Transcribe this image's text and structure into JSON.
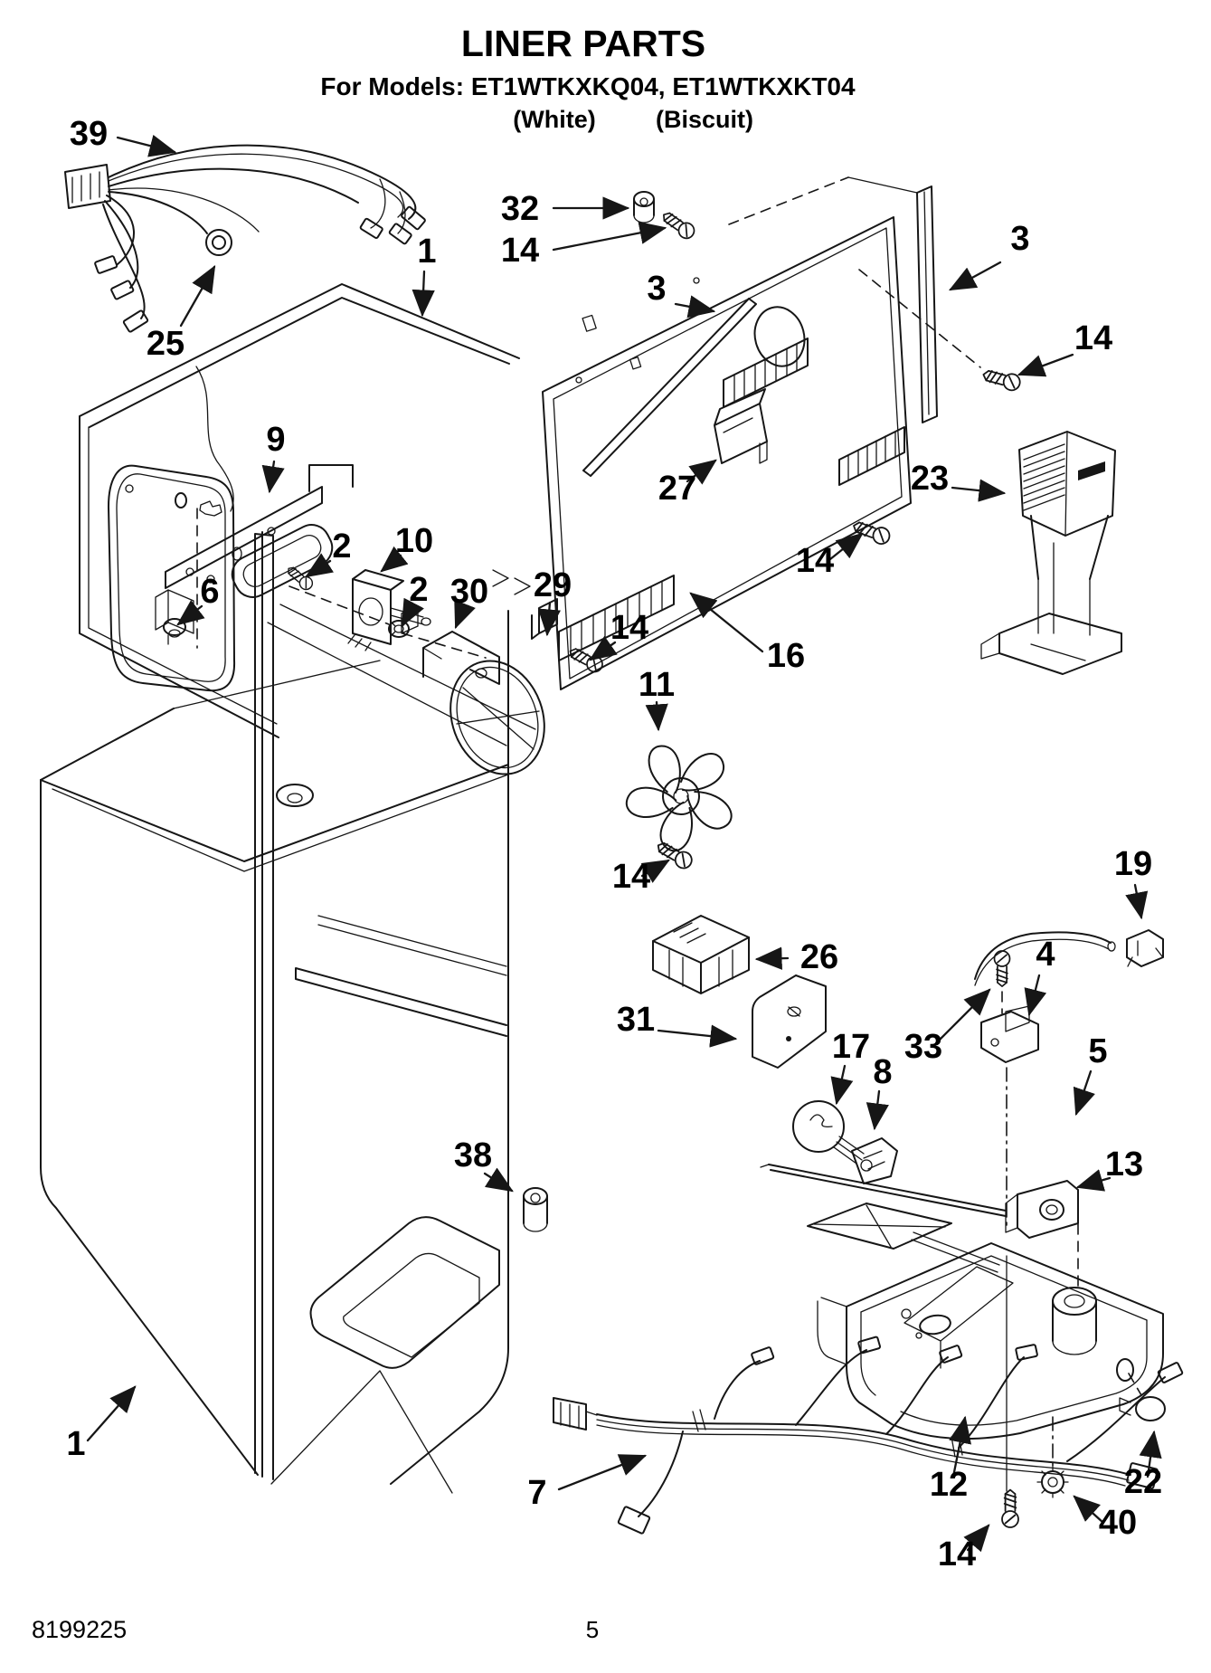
{
  "header": {
    "title": "LINER PARTS",
    "models_line": "For Models: ET1WTKXKQ04, ET1WTKXKT04",
    "color_left": "(White)",
    "color_right": "(Biscuit)"
  },
  "footer": {
    "doc_number": "8199225",
    "page_number": "5"
  },
  "callouts": [
    {
      "label": "39"
    },
    {
      "label": "25"
    },
    {
      "label": "1"
    },
    {
      "label": "32"
    },
    {
      "label": "14"
    },
    {
      "label": "3"
    },
    {
      "label": "3"
    },
    {
      "label": "14"
    },
    {
      "label": "23"
    },
    {
      "label": "27"
    },
    {
      "label": "14"
    },
    {
      "label": "16"
    },
    {
      "label": "9"
    },
    {
      "label": "6"
    },
    {
      "label": "2"
    },
    {
      "label": "10"
    },
    {
      "label": "2"
    },
    {
      "label": "30"
    },
    {
      "label": "29"
    },
    {
      "label": "14"
    },
    {
      "label": "11"
    },
    {
      "label": "14"
    },
    {
      "label": "26"
    },
    {
      "label": "31"
    },
    {
      "label": "17"
    },
    {
      "label": "8"
    },
    {
      "label": "33"
    },
    {
      "label": "4"
    },
    {
      "label": "19"
    },
    {
      "label": "5"
    },
    {
      "label": "13"
    },
    {
      "label": "12"
    },
    {
      "label": "22"
    },
    {
      "label": "40"
    },
    {
      "label": "14"
    },
    {
      "label": "7"
    },
    {
      "label": "1"
    },
    {
      "label": "38"
    }
  ]
}
